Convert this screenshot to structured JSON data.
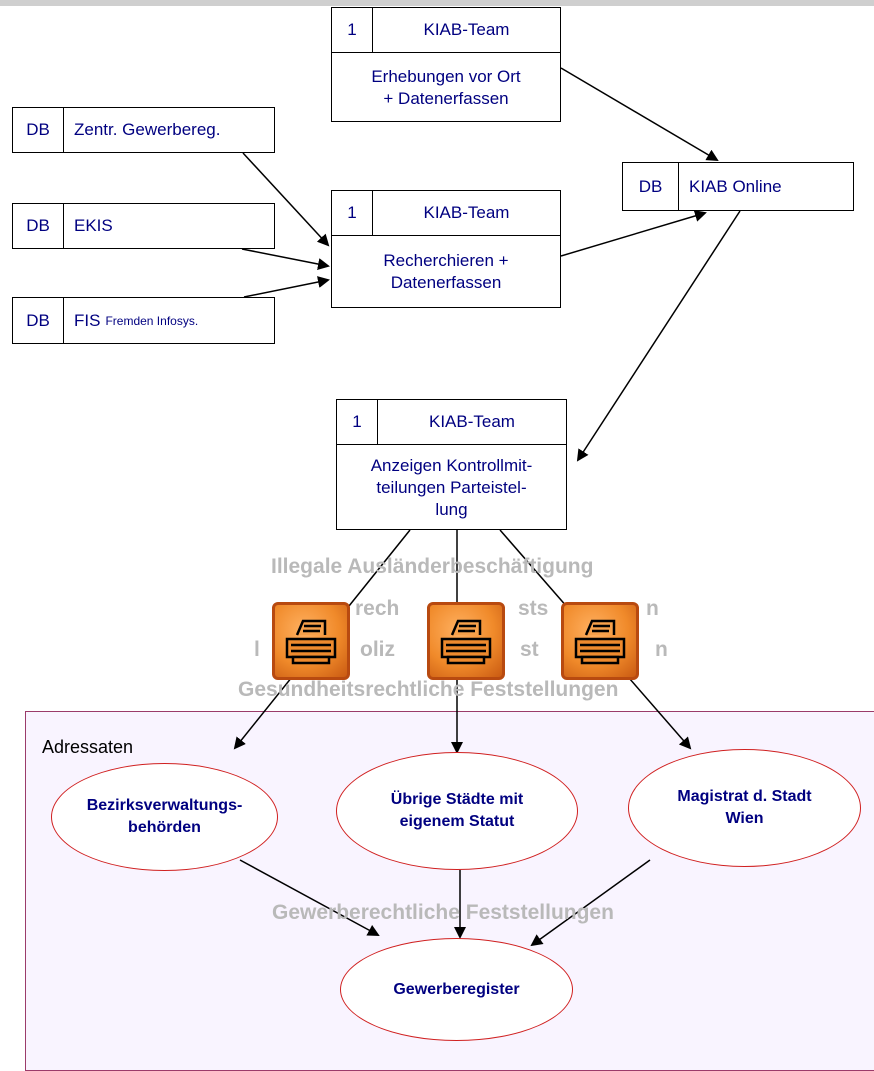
{
  "boxes": {
    "top": {
      "num": "1",
      "team": "KIAB-Team",
      "line1": "Erhebungen vor Ort",
      "line2": "+ Datenerfassen"
    },
    "mid": {
      "num": "1",
      "team": "KIAB-Team",
      "line1": "Recherchieren +",
      "line2": "Datenerfassen"
    },
    "low": {
      "num": "1",
      "team": "KIAB-Team",
      "line1": "Anzeigen Kontrollmit-",
      "line2": "teilungen Parteistel-",
      "line3": "lung"
    }
  },
  "databases": {
    "gewerbereg": {
      "tag": "DB",
      "name": "Zentr. Gewerbereg."
    },
    "ekis": {
      "tag": "DB",
      "name": "EKIS"
    },
    "fis": {
      "tag": "DB",
      "name": "FIS",
      "sub": "Fremden Infosys."
    },
    "kiab": {
      "tag": "DB",
      "name": "KIAB Online"
    }
  },
  "overlays": {
    "l1": "Illegale Ausländerbeschäftigung",
    "l2a": "rech",
    "l2b": "sts",
    "l2c": "n",
    "l3a": "l",
    "l3b": "oliz",
    "l3c": "st",
    "l3d": "n",
    "l4": "Gesundheitsrechtliche Feststellungen",
    "l5": "Gewerberechtliche Feststellungen"
  },
  "region": {
    "title": "Adressaten"
  },
  "ellipses": {
    "bez1": "Bezirksverwaltungs-",
    "bez2": "behörden",
    "ueb1": "Übrige Städte mit",
    "ueb2": "eigenem Statut",
    "mag1": "Magistrat d. Stadt",
    "mag2": "Wien",
    "gew": "Gewerberegister"
  },
  "icons": {
    "printer": "printer-icon"
  },
  "colors": {
    "text": "#000080",
    "overlay": "#b9b9b9",
    "region_bg": "#f9f4ff",
    "region_border": "#9b3b6a",
    "ellipse_border": "#d02020",
    "printer": "#f08a2a"
  }
}
